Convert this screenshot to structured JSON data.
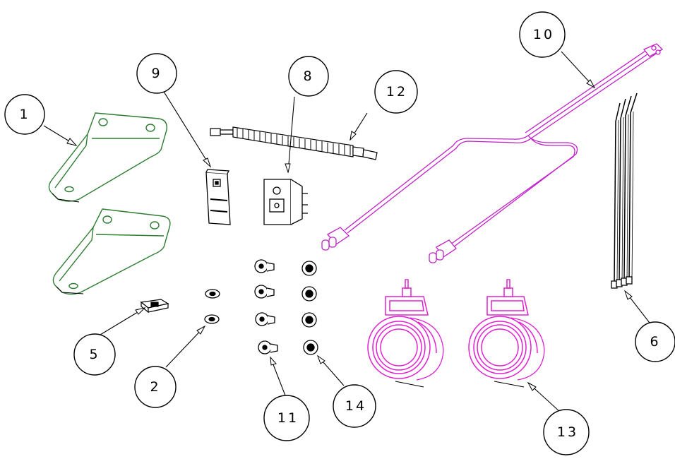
{
  "colors": {
    "bracket": "#2e7d32",
    "harness": "#c020c8",
    "light": "#e020d0",
    "line": "#000000",
    "background": "#ffffff"
  },
  "parts": {
    "bracket": "mounting-bracket",
    "washer": "flat-washer",
    "fuse": "blade-fuse",
    "zip_ties": "cable-ties",
    "switch_cover": "switch-cover",
    "rocker_switch": "rocker-switch",
    "wiring_harness": "wiring-harness",
    "screws": "screws",
    "switch_harness": "switch-harness",
    "lights": "led-lights",
    "nuts": "nuts"
  },
  "balloons": [
    {
      "id": "1",
      "label": "1"
    },
    {
      "id": "2",
      "label": "2"
    },
    {
      "id": "5",
      "label": "5"
    },
    {
      "id": "6",
      "label": "6"
    },
    {
      "id": "8",
      "label": "8"
    },
    {
      "id": "9",
      "label": "9"
    },
    {
      "id": "10",
      "label": "10"
    },
    {
      "id": "11",
      "label": "11"
    },
    {
      "id": "12",
      "label": "12"
    },
    {
      "id": "13",
      "label": "13"
    },
    {
      "id": "14",
      "label": "14"
    }
  ]
}
